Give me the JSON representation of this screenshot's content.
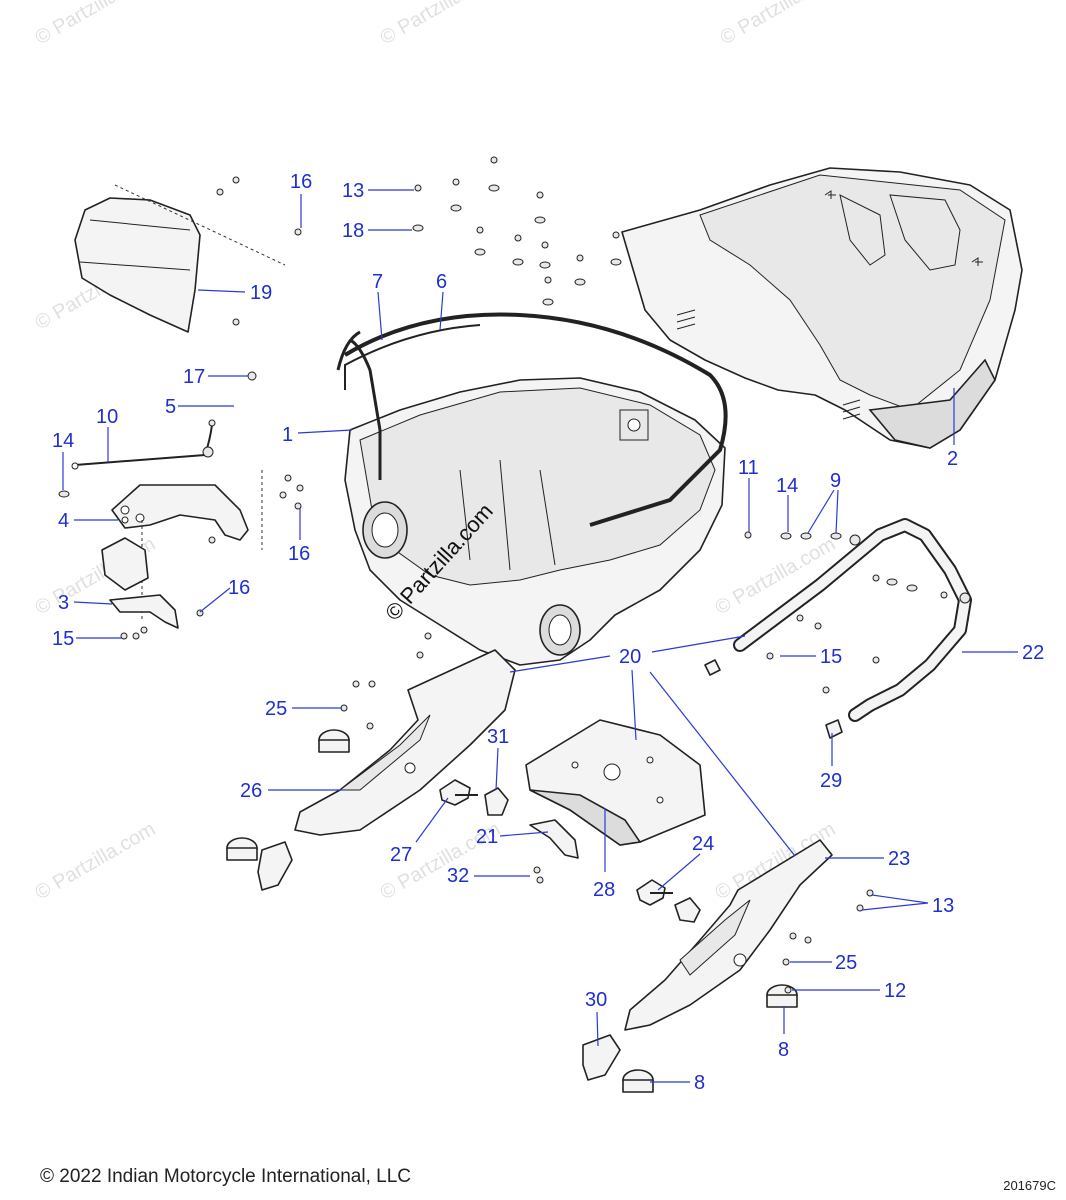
{
  "watermark": {
    "center_text": "© Partzilla.com",
    "tile_text": "© Partzilla.com"
  },
  "copyright": "© 2022 Indian Motorcycle International, LLC",
  "drawing_number": "201679C",
  "callouts": [
    {
      "id": "c16a",
      "label": "16"
    },
    {
      "id": "c13a",
      "label": "13"
    },
    {
      "id": "c18",
      "label": "18"
    },
    {
      "id": "c19",
      "label": "19"
    },
    {
      "id": "c7",
      "label": "7"
    },
    {
      "id": "c6",
      "label": "6"
    },
    {
      "id": "c17",
      "label": "17"
    },
    {
      "id": "c5",
      "label": "5"
    },
    {
      "id": "c10",
      "label": "10"
    },
    {
      "id": "c14a",
      "label": "14"
    },
    {
      "id": "c1",
      "label": "1"
    },
    {
      "id": "c2",
      "label": "2"
    },
    {
      "id": "c4",
      "label": "4"
    },
    {
      "id": "c16b",
      "label": "16"
    },
    {
      "id": "c11",
      "label": "11"
    },
    {
      "id": "c14b",
      "label": "14"
    },
    {
      "id": "c9",
      "label": "9"
    },
    {
      "id": "c16c",
      "label": "16"
    },
    {
      "id": "c3",
      "label": "3"
    },
    {
      "id": "c15a",
      "label": "15"
    },
    {
      "id": "c20",
      "label": "20"
    },
    {
      "id": "c15b",
      "label": "15"
    },
    {
      "id": "c22",
      "label": "22"
    },
    {
      "id": "c25a",
      "label": "25"
    },
    {
      "id": "c31",
      "label": "31"
    },
    {
      "id": "c26",
      "label": "26"
    },
    {
      "id": "c29",
      "label": "29"
    },
    {
      "id": "c21",
      "label": "21"
    },
    {
      "id": "c27",
      "label": "27"
    },
    {
      "id": "c24",
      "label": "24"
    },
    {
      "id": "c23",
      "label": "23"
    },
    {
      "id": "c32",
      "label": "32"
    },
    {
      "id": "c28",
      "label": "28"
    },
    {
      "id": "c13b",
      "label": "13"
    },
    {
      "id": "c25b",
      "label": "25"
    },
    {
      "id": "c12",
      "label": "12"
    },
    {
      "id": "c30",
      "label": "30"
    },
    {
      "id": "c8a",
      "label": "8"
    },
    {
      "id": "c8b",
      "label": "8"
    }
  ]
}
